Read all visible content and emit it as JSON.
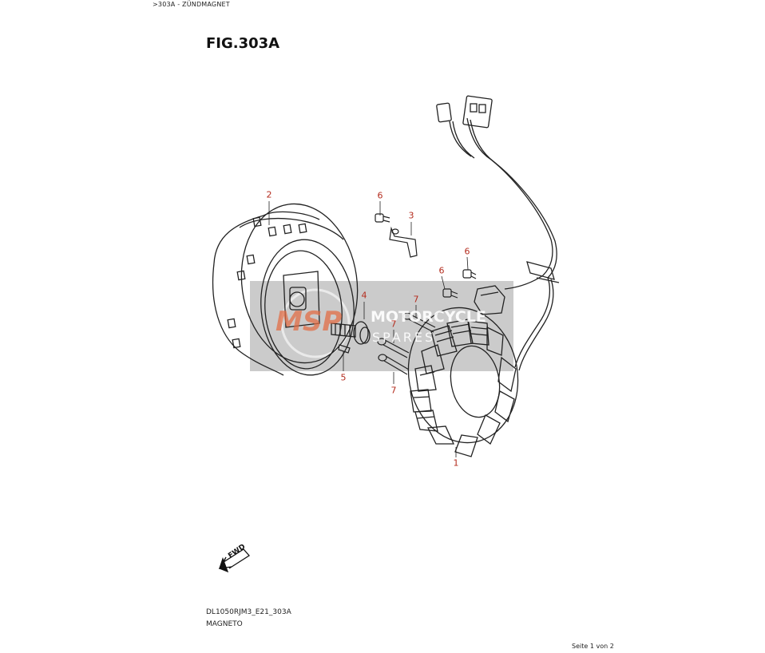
{
  "breadcrumb": ">303A - ZÜNDMAGNET",
  "figure": {
    "title": "FIG.303A"
  },
  "footer": {
    "model_code": "DL1050RJM3_E21_303A",
    "part_name": "MAGNETO",
    "page_info": "Seite 1 von 2"
  },
  "callouts": {
    "c1": "1",
    "c2": "2",
    "c3": "3",
    "c4": "4",
    "c5": "5",
    "c6a": "6",
    "c6b": "6",
    "c6c": "6",
    "c7a": "7",
    "c7b": "7",
    "c7c": "7"
  },
  "watermark": {
    "logo": "MSP",
    "line1": "MOTORCYCLE",
    "line2": "SPARES"
  },
  "fwd_badge": "FWD",
  "colors": {
    "callout": "#b42c1e",
    "line": "#222222",
    "watermark_band": "#8c8c8c"
  }
}
